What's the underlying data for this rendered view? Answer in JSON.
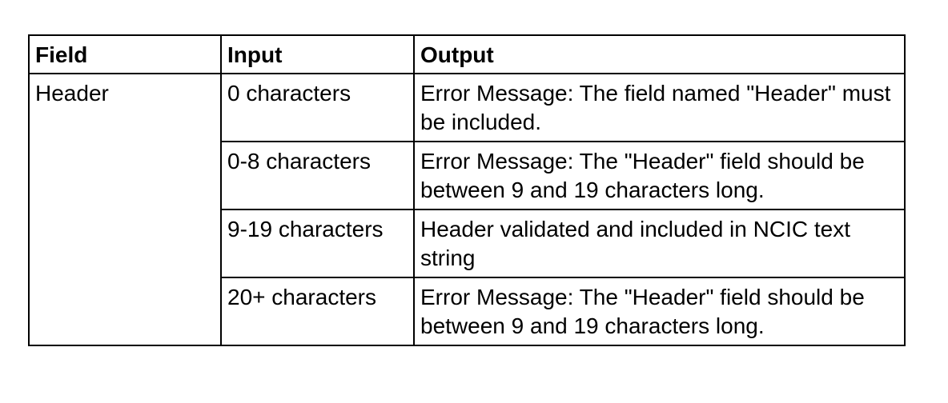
{
  "table": {
    "headers": [
      "Field",
      "Input",
      "Output"
    ],
    "field": "Header",
    "rows": [
      {
        "input": "0 characters",
        "output": "Error Message: The field named \"Header\" must be included."
      },
      {
        "input": "0-8 characters",
        "output": "Error Message: The \"Header\" field should be between 9 and 19 characters long."
      },
      {
        "input": "9-19 characters",
        "output": "Header validated and included in NCIC text string"
      },
      {
        "input": "20+ characters",
        "output": "Error Message: The \"Header\" field should be between 9 and 19 characters long."
      }
    ]
  }
}
